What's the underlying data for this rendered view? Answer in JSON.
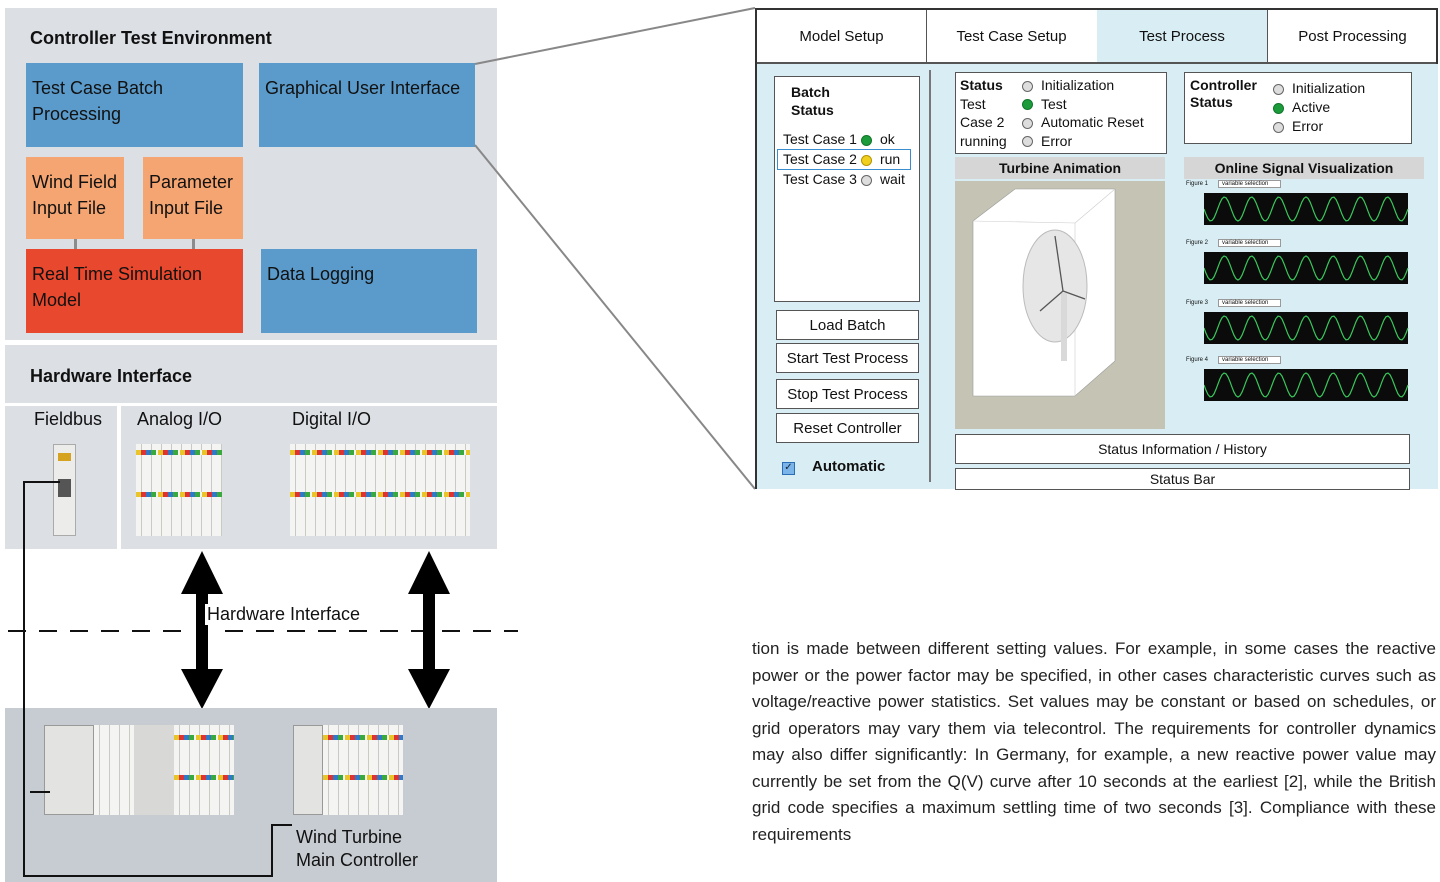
{
  "diagram": {
    "env_title": "Controller Test Environment",
    "boxes": {
      "batch": "Test Case Batch Processing",
      "gui": "Graphical User Interface",
      "wind_field": "Wind Field Input File",
      "parameter": "Parameter Input File",
      "rts": "Real Time Simulation Model",
      "logging": "Data Logging"
    },
    "hw_title": "Hardware Interface",
    "io_labels": [
      "Fieldbus",
      "Analog I/O",
      "Digital I/O"
    ],
    "hw_interface_label": "Hardware Interface",
    "controller_label": "Wind Turbine Main Controller",
    "colors": {
      "blue": "#5b9bcb",
      "orange": "#f5a571",
      "red": "#e8482d",
      "panel_gray": "#dce0e5"
    }
  },
  "gui": {
    "tabs": [
      "Model Setup",
      "Test Case Setup",
      "Test Process",
      "Post Processing"
    ],
    "active_tab": "Test Process",
    "batch_status": {
      "title": "Batch Status",
      "cases": [
        {
          "label": "Test Case 1",
          "state": "ok",
          "color": "green"
        },
        {
          "label": "Test Case 2",
          "state": "run",
          "color": "yellow"
        },
        {
          "label": "Test Case 3",
          "state": "wait",
          "color": "gray"
        }
      ]
    },
    "buttons": [
      "Load Batch",
      "Start Test Process",
      "Stop Test Process",
      "Reset Controller"
    ],
    "automatic": {
      "label": "Automatic",
      "checked": true
    },
    "status": {
      "title": "Status",
      "sublabel": [
        "Test",
        "Case 2",
        "running"
      ],
      "options": [
        "Initialization",
        "Test",
        "Automatic Reset",
        "Error"
      ],
      "active": "Test"
    },
    "controller_status": {
      "title": "Controller Status",
      "options": [
        "Initialization",
        "Active",
        "Error"
      ],
      "active": "Active"
    },
    "turbine_animation_title": "Turbine Animation",
    "signal_title": "Online Signal Visualization",
    "figures": [
      {
        "label": "Figure 1",
        "select": "variable selection"
      },
      {
        "label": "Figure 2",
        "select": "variable selection"
      },
      {
        "label": "Figure 3",
        "select": "variable selection"
      },
      {
        "label": "Figure 4",
        "select": "variable selection"
      }
    ],
    "status_info": "Status Information / History",
    "status_bar": "Status Bar"
  },
  "body_text": "tion is made between different setting values. For example, in some cases the reactive power or the power factor may be specified, in other cases characteristic curves such as voltage/reactive power statistics. Set values may be constant or based on schedules, or grid operators may vary them via telecontrol. The requirements for controller dynamics may also differ significantly: In Germany, for example, a new reactive power value may currently be set from the Q(V) curve after 10 seconds at the earliest [2], while the British grid code specifies a maximum settling time of two seconds [3]. Compliance with these requirements"
}
